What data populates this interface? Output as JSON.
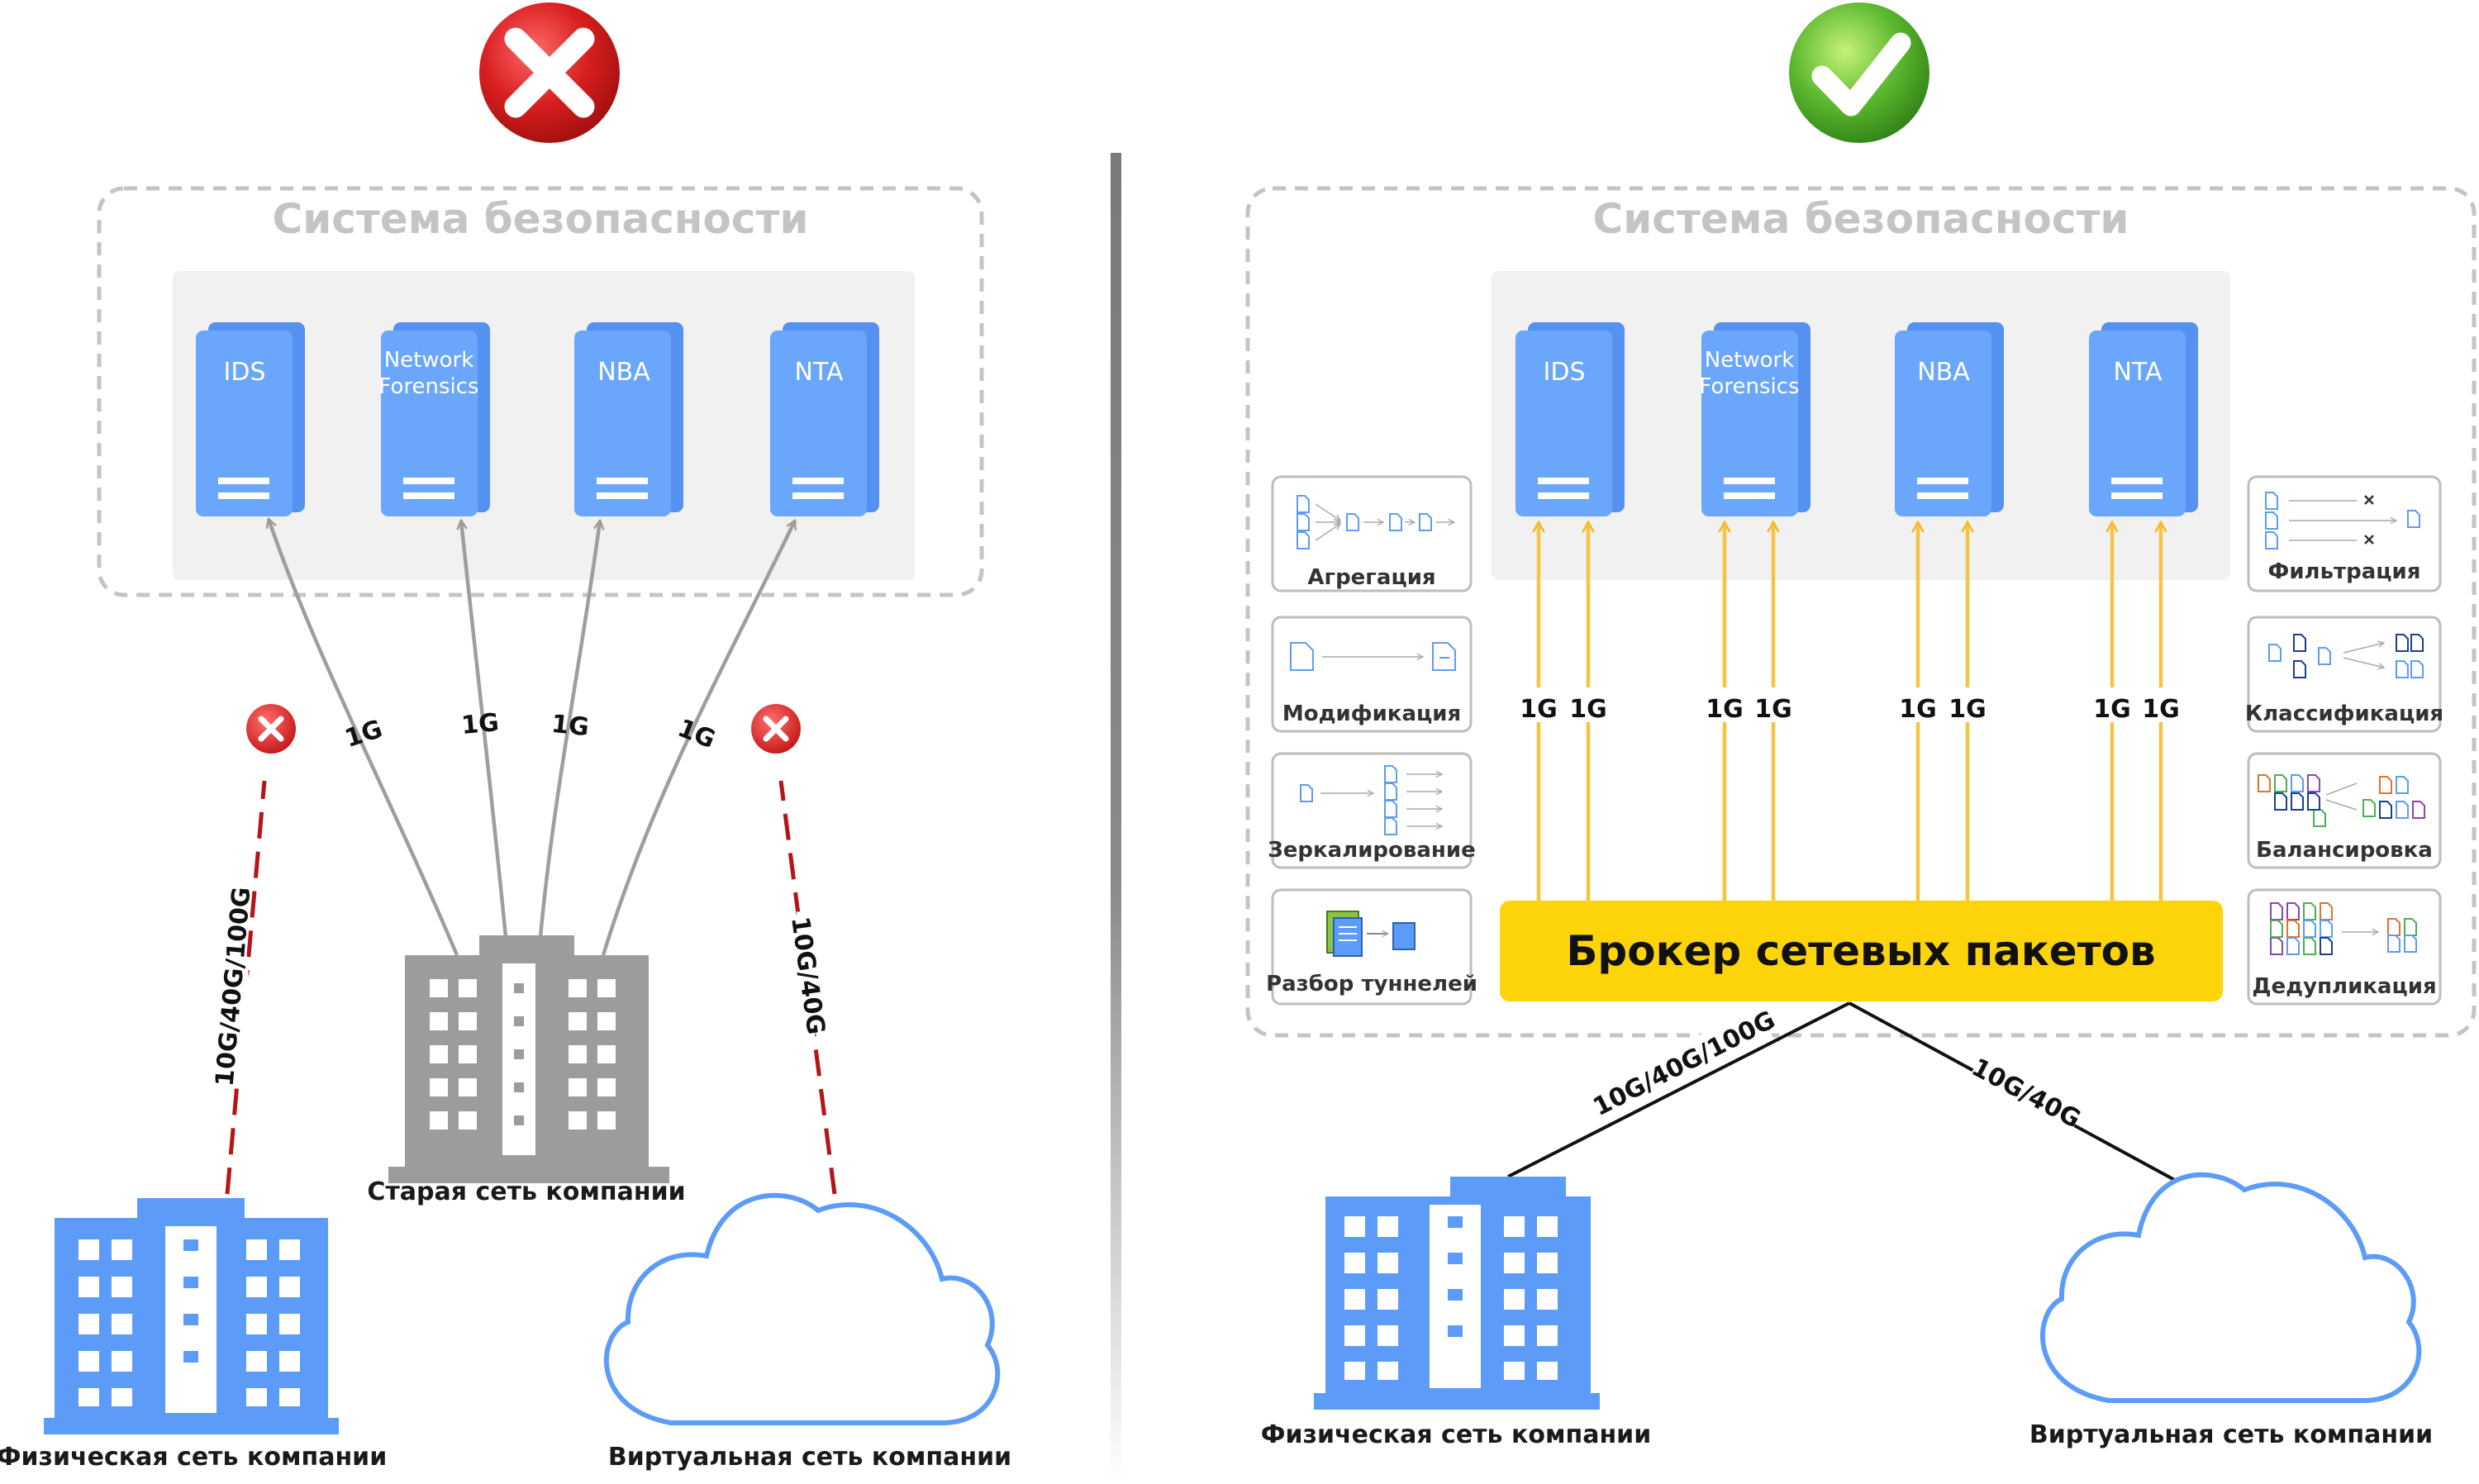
{
  "left": {
    "status": "error",
    "system_title": "Система безопасности",
    "servers": [
      "IDS",
      "Network Forensics",
      "NBA",
      "NTA"
    ],
    "link_speeds": [
      "1G",
      "1G",
      "1G",
      "1G"
    ],
    "old_network_label": "Старая сеть компании",
    "physical_label": "Физическая сеть компании",
    "virtual_label": "Виртуальная сеть компании",
    "physical_speed": "10G/40G/100G",
    "virtual_speed": "10G/40G"
  },
  "right": {
    "status": "ok",
    "system_title": "Система безопасности",
    "servers": [
      "IDS",
      "Network Forensics",
      "NBA",
      "NTA"
    ],
    "link_speeds": [
      "1G",
      "1G",
      "1G",
      "1G",
      "1G",
      "1G",
      "1G",
      "1G"
    ],
    "broker_label": "Брокер сетевых пакетов",
    "functions_left": [
      "Агрегация",
      "Модификация",
      "Зеркалирование",
      "Разбор туннелей"
    ],
    "functions_right": [
      "Фильтрация",
      "Классификация",
      "Балансировка",
      "Дедупликация"
    ],
    "physical_label": "Физическая сеть компании",
    "virtual_label": "Виртуальная сеть компании",
    "physical_speed": "10G/40G/100G",
    "virtual_speed": "10G/40G"
  },
  "colors": {
    "server_blue": "#5c9cf8",
    "building_blue": "#5c9cf8",
    "old_building_gray": "#9c9c9c",
    "broker_yellow": "#fdd30a",
    "arrow_yellow": "#f6c343",
    "error_red": "#d11f1f",
    "ok_green": "#5cb82e"
  }
}
